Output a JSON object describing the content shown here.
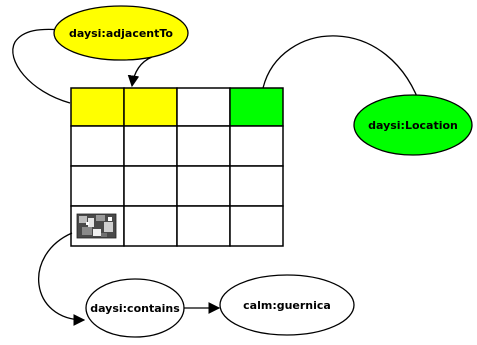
{
  "nodes": {
    "adjacent": {
      "label": "daysi:adjacentTo",
      "color": "#ffff00"
    },
    "location": {
      "label": "daysi:Location",
      "color": "#00ff00"
    },
    "contains": {
      "label": "daysi:contains",
      "color": "#ffffff"
    },
    "guernica": {
      "label": "calm:guernica",
      "color": "#ffffff"
    }
  },
  "grid": {
    "rows": 4,
    "cols": 4,
    "cell_fill": "#ffffff",
    "highlight_yellow": "#ffff00",
    "highlight_green": "#00ff00",
    "thumbnail_icon": "guernica-thumbnail-icon"
  }
}
